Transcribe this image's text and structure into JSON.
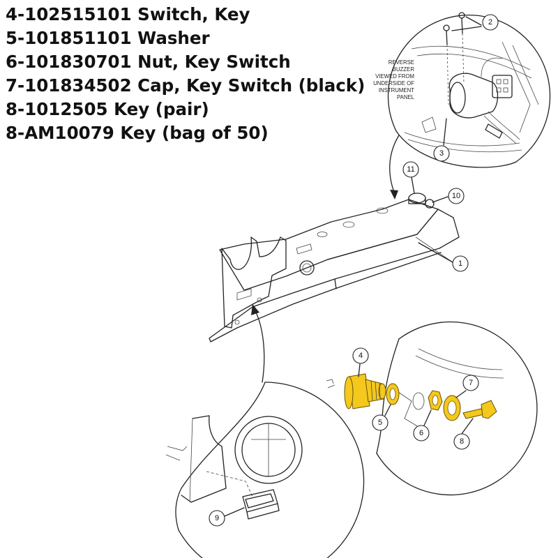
{
  "parts_list": [
    "4-102515101 Switch, Key",
    "5-101851101 Washer",
    "6-101830701 Nut, Key Switch",
    "7-101834502 Cap, Key Switch (black)",
    "8-1012505 Key (pair)",
    "8-AM10079 Key (bag of 50)"
  ],
  "callouts": {
    "c1": "1",
    "c2": "2",
    "c3": "3",
    "c4": "4",
    "c5": "5",
    "c6": "6",
    "c7": "7",
    "c8": "8",
    "c9": "9",
    "c10": "10",
    "c11": "11"
  },
  "note_lines": [
    "REVERSE",
    "BUZZER",
    "VIEWED FROM",
    "UNDERSIDE OF",
    "INSTRUMENT",
    "PANEL"
  ],
  "colors": {
    "highlight": "#f4c81c",
    "line": "#222222"
  }
}
